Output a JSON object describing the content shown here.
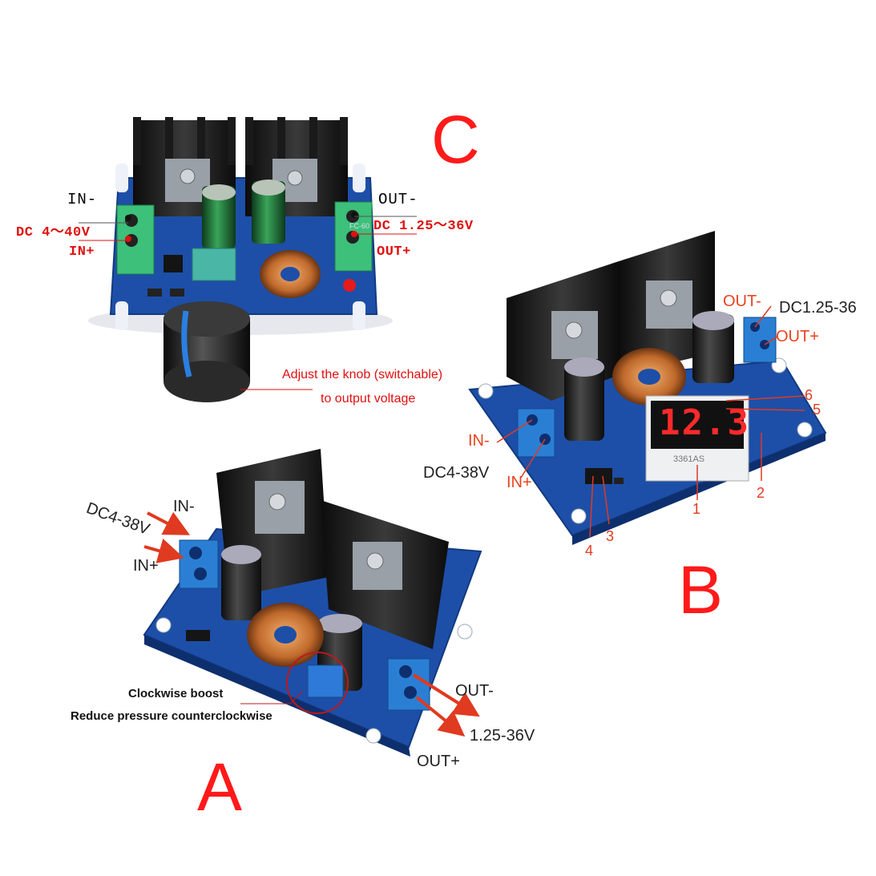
{
  "panels": {
    "c": {
      "tag": "C",
      "in_minus": "IN-",
      "in_plus": "IN+",
      "in_range": "DC 4～40V",
      "out_minus": "OUT-",
      "out_plus": "OUT+",
      "out_range": "DC 1.25～36V",
      "board_mark": "FC-60",
      "knob_note_1": "Adjust the knob (switchable)",
      "knob_note_2": "to output voltage"
    },
    "b": {
      "tag": "B",
      "out_minus": "OUT-",
      "out_plus": "OUT+",
      "out_range": "DC1.25-36",
      "in_minus": "IN-",
      "in_plus": "IN+",
      "in_range": "DC4-38V",
      "display_value": "12.3",
      "display_mark": "3361AS",
      "callouts": [
        "1",
        "2",
        "3",
        "4",
        "5",
        "6"
      ]
    },
    "a": {
      "tag": "A",
      "in_minus": "IN-",
      "in_plus": "IN+",
      "in_range": "DC4-38V",
      "out_minus": "OUT-",
      "out_plus": "OUT+",
      "out_range": "1.25-36V",
      "pot_note_1": "Clockwise boost",
      "pot_note_2": "Reduce pressure counterclockwise"
    }
  },
  "colors": {
    "board_blue": "#1d4fa8",
    "terminal_green": "#3cc07a",
    "terminal_blue": "#2a7fd4",
    "heatsink": "#1b1b1b",
    "tag_red": "#ff1a1a",
    "arrow_red": "#e03a20"
  }
}
